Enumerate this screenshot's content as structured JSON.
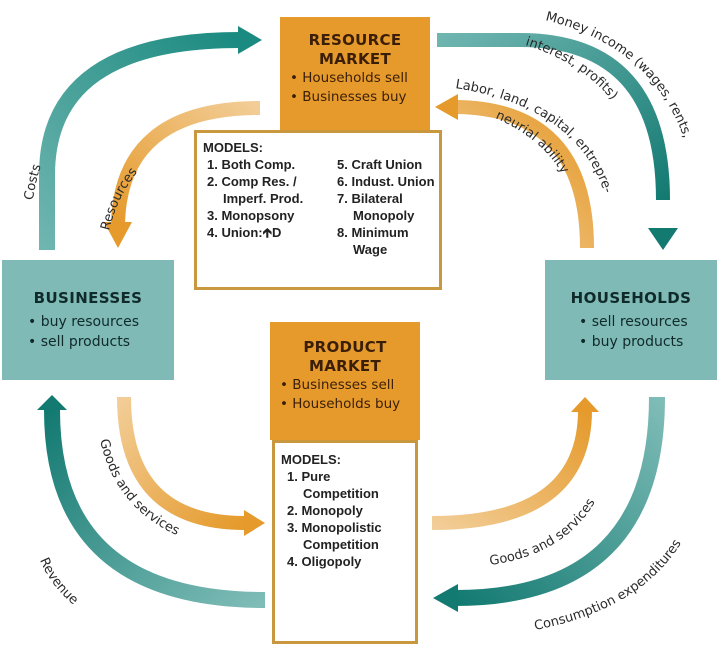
{
  "colors": {
    "market_orange": "#e59a2b",
    "sector_teal": "#7fbab6",
    "money_arrow_teal": "#1b8a80",
    "goods_arrow_orange": "#e9a53d",
    "models_border": "#c9973d"
  },
  "resource_market": {
    "title_line1": "RESOURCE",
    "title_line2": "MARKET",
    "bullets": [
      "• Households sell",
      "• Businesses buy"
    ],
    "models": {
      "heading": "MODELS:",
      "left": [
        {
          "num": "1.",
          "text": "Both Comp."
        },
        {
          "num": "2.",
          "text": "Comp Res. /",
          "cont": "Imperf. Prod."
        },
        {
          "num": "3.",
          "text": "Monopsony"
        },
        {
          "num": "4.",
          "text": "Union:",
          "arrow_icon": "up-arrow",
          "suffix": "D"
        }
      ],
      "right": [
        {
          "num": "5.",
          "text": "Craft Union"
        },
        {
          "num": "6.",
          "text": "Indust. Union"
        },
        {
          "num": "7.",
          "text": "Bilateral",
          "cont": "Monopoly"
        },
        {
          "num": "8.",
          "text": "Minimum",
          "cont": "Wage"
        }
      ]
    }
  },
  "product_market": {
    "title_line1": "PRODUCT",
    "title_line2": "MARKET",
    "bullets": [
      "• Businesses sell",
      "• Households buy"
    ],
    "models": {
      "heading": "MODELS:",
      "items": [
        {
          "num": "1.",
          "text": "Pure",
          "cont": "Competition"
        },
        {
          "num": "2.",
          "text": "Monopoly"
        },
        {
          "num": "3.",
          "text": "Monopolistic",
          "cont": "Competition"
        },
        {
          "num": "4.",
          "text": "Oligopoly"
        }
      ]
    }
  },
  "businesses": {
    "title": "BUSINESSES",
    "bullets": [
      "• buy resources",
      "• sell products"
    ]
  },
  "households": {
    "title": "HOUSEHOLDS",
    "bullets": [
      "• sell resources",
      "• buy products"
    ]
  },
  "flows": {
    "costs": "Costs",
    "resources": "Resources",
    "money_income_1": "Money income (wages, rents,",
    "money_income_2": "interest, profits)",
    "labor_1": "Labor, land, capital, entrepre-",
    "labor_2": "neurial ability",
    "goods_left": "Goods and services",
    "revenue": "Revenue",
    "goods_right": "Goods and services",
    "consumption": "Consumption expenditures"
  }
}
